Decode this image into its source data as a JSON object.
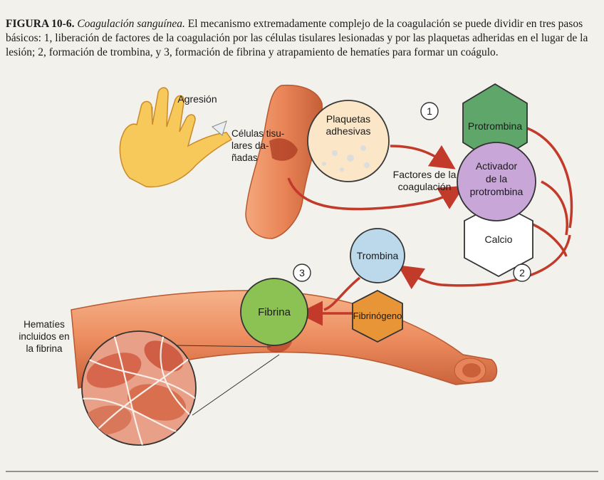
{
  "ghost": {
    "top": ""
  },
  "caption": {
    "figure_number": "FIGURA 10-6.",
    "title": "Coagulación sanguínea.",
    "body": " El mecanismo extremadamente complejo de la coagulación se puede dividir en tres pasos básicos: 1, liberación de factores de la coagulación por las células tisulares lesionadas y por las plaquetas adheridas en el lugar de la lesión; 2, formación de trombina, y 3, formación de fibrina y atrapamiento de hematíes para formar un coágulo."
  },
  "labels": {
    "aggression": "Agresión",
    "cells": [
      "Células tisu-",
      "lares da-",
      "ñadas"
    ],
    "factors": [
      "Factores de la",
      "coagulación"
    ],
    "hematies": [
      "Hematíes",
      "incluidos en",
      "la fibrina"
    ]
  },
  "nodes": {
    "platelets": {
      "line1": "Plaquetas",
      "line2": "adhesivas"
    },
    "prothrombin": "Protrombina",
    "activator": {
      "line1": "Activador",
      "line2": "de la",
      "line3": "protrombina"
    },
    "calcium": "Calcio",
    "thrombin": "Trombina",
    "fibrinogen": "Fibrinógeno",
    "fibrin": "Fibrina"
  },
  "steps": [
    "1",
    "2",
    "3"
  ],
  "colors": {
    "prothrombin": "#5fa66a",
    "activator": "#c8a6d8",
    "calcium": "#ffffff",
    "thrombin": "#bcd9ec",
    "fibrinogen": "#e89538",
    "fibrin": "#8cc254",
    "platelets": "#fbe7c8",
    "arrows": "#c23a2a"
  }
}
